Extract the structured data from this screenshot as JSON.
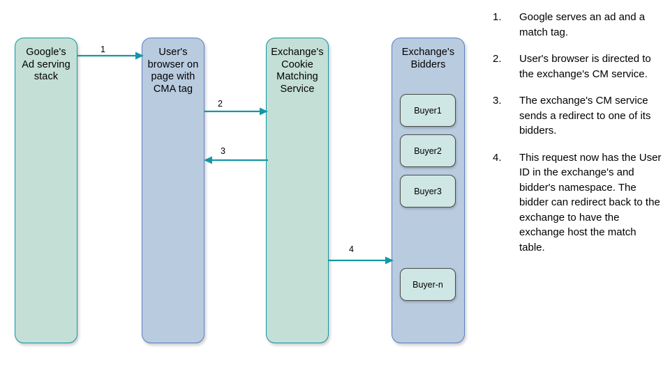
{
  "diagram": {
    "lanes": [
      {
        "id": "ad-serving",
        "label": "Google's\nAd serving\nstack",
        "fill": "#c4dfd5",
        "border": "#1196a6"
      },
      {
        "id": "browser",
        "label": "User's\nbrowser on\npage with\nCMA tag",
        "fill": "#b9cbdf",
        "border": "#5b7fc4"
      },
      {
        "id": "cms",
        "label": "Exchange's\nCookie\nMatching\nService",
        "fill": "#c4dfd5",
        "border": "#1196a6"
      },
      {
        "id": "bidders",
        "label": "Exchange's\nBidders",
        "fill": "#b9cbdf",
        "border": "#5b7fc4"
      }
    ],
    "buyers": [
      {
        "id": "buyer-1",
        "label": "Buyer1"
      },
      {
        "id": "buyer-2",
        "label": "Buyer2"
      },
      {
        "id": "buyer-3",
        "label": "Buyer3"
      },
      {
        "id": "buyer-n",
        "label": "Buyer-n"
      }
    ],
    "arrows": [
      {
        "id": "arrow-1",
        "label": "1",
        "from": "ad-serving",
        "to": "browser",
        "direction": "right"
      },
      {
        "id": "arrow-2",
        "label": "2",
        "from": "browser",
        "to": "cms",
        "direction": "right"
      },
      {
        "id": "arrow-3",
        "label": "3",
        "from": "cms",
        "to": "browser",
        "direction": "left"
      },
      {
        "id": "arrow-4",
        "label": "4",
        "from": "cms",
        "to": "bidders",
        "direction": "right"
      }
    ],
    "arrow_color": "#1596a6"
  },
  "steps": [
    {
      "num": "1.",
      "text": "Google serves an ad and a match tag."
    },
    {
      "num": "2.",
      "text": "User's browser is directed to the exchange's CM service."
    },
    {
      "num": "3.",
      "text": "The exchange's CM service sends a redirect to one of its bidders."
    },
    {
      "num": "4.",
      "text": "This request now has the User ID in the exchange's and bidder's namespace. The bidder can redirect back to the exchange to have the exchange host the match table."
    }
  ]
}
